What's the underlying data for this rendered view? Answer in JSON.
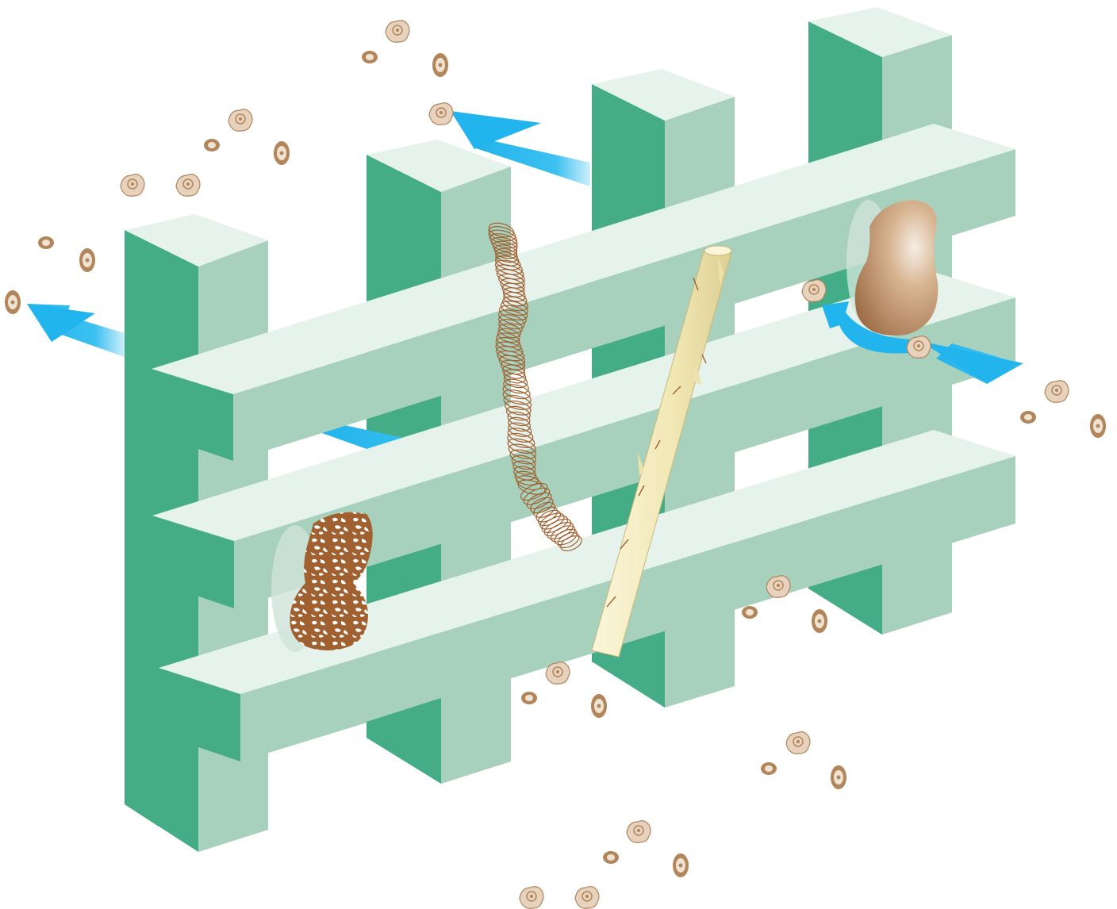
{
  "diagram": {
    "kind": "sieve-lattice-filtration",
    "labels": [],
    "colors": {
      "post_front": "#44AD87",
      "post_side": "#A8D1BD",
      "post_top": "#E6F2EC",
      "beam_front": "#A8D1BD",
      "beam_top": "#E6F2EC",
      "beam_end": "#44AD87",
      "arrow": "#22B4EC",
      "particle": "#B3855A",
      "particle_light": "#EFE3D4",
      "stick": "#F3EBBE",
      "blob_brown": "#A77248",
      "sponge_spot": "#A0602F"
    },
    "icons": [
      "flow-arrow",
      "particle",
      "fiber-coil",
      "wood-stick",
      "porous-sponge",
      "large-aggregate"
    ],
    "counts": {
      "posts": 4,
      "beams": 3,
      "flow_arrows": 4
    }
  }
}
